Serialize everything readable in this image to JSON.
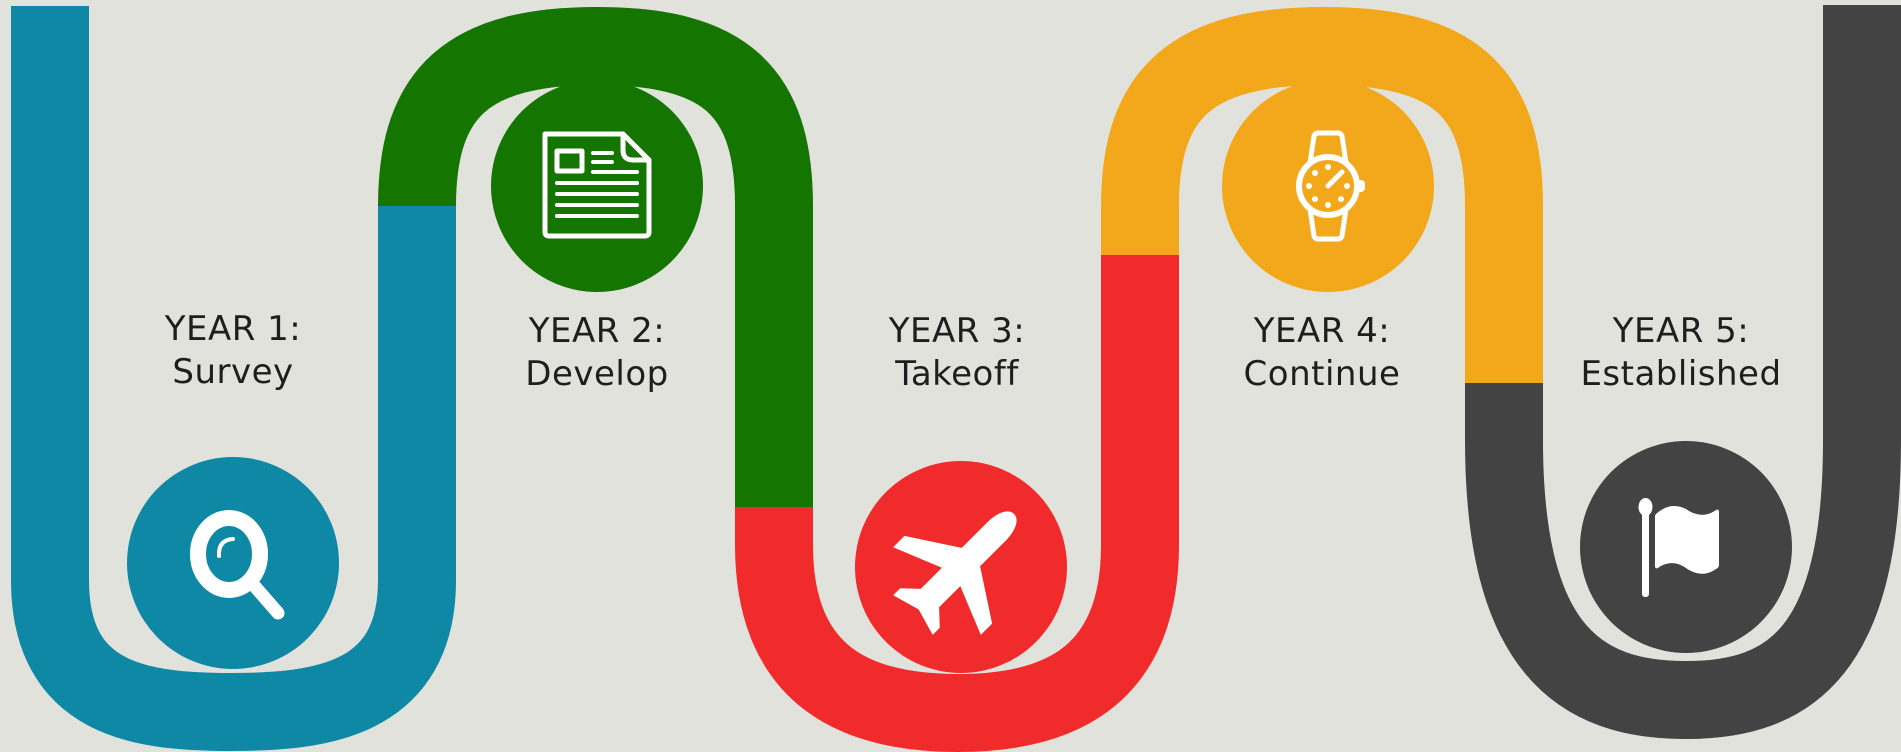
{
  "colors": {
    "background": "#e2e2dd",
    "blue": "#0e88a5",
    "green": "#147500",
    "red": "#f12b2b",
    "orange": "#f3a81b",
    "dark": "#434343",
    "text": "#1e1e1e",
    "icon": "#ffffff"
  },
  "stages": [
    {
      "year": "YEAR 1:",
      "name": "Survey",
      "color": "blue",
      "icon": "magnifier-icon"
    },
    {
      "year": "YEAR 2:",
      "name": "Develop",
      "color": "green",
      "icon": "newspaper-icon"
    },
    {
      "year": "YEAR 3:",
      "name": "Takeoff",
      "color": "red",
      "icon": "airplane-icon"
    },
    {
      "year": "YEAR 4:",
      "name": "Continue",
      "color": "orange",
      "icon": "wristwatch-icon"
    },
    {
      "year": "YEAR 5:",
      "name": "Established",
      "color": "dark",
      "icon": "flag-icon"
    }
  ]
}
